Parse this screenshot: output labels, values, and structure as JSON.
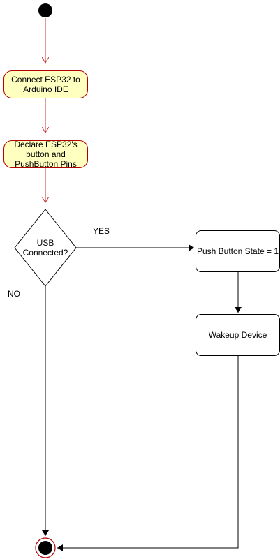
{
  "nodes": {
    "connect": "Connect ESP32 to Arduino IDE",
    "declare": "Declare ESP32's button and PushButton Pins",
    "decision": "USB Connected?",
    "push_state": "Push Button State = 1",
    "wakeup": "Wakeup Device"
  },
  "edge_labels": {
    "yes": "YES",
    "no": "NO"
  },
  "colors": {
    "flow_red": "#b20000",
    "arrow_red": "#cc3333",
    "activity_fill": "#ffffc0",
    "black": "#000000"
  }
}
